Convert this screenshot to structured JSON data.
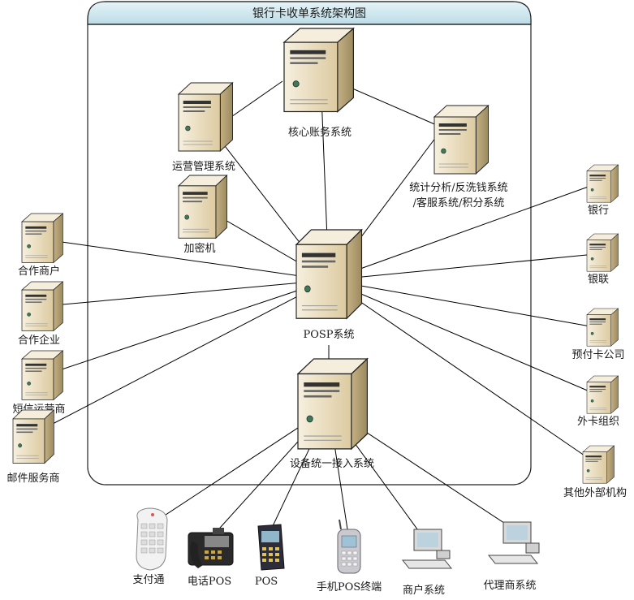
{
  "title": "银行卡收单系统架构图",
  "nodes": {
    "core": "核心账务系统",
    "ops": "运营管理系统",
    "stats_line1": "统计分析/反洗钱系统",
    "stats_line2": "/客服系统/积分系统",
    "encrypt": "加密机",
    "posp": "POSP系统",
    "access": "设备统一接入系统",
    "partner_merchant": "合作商户",
    "partner_company": "合作企业",
    "sms": "短信运营商",
    "mail": "邮件服务商",
    "bank": "银行",
    "unionpay": "银联",
    "prepaid": "预付卡公司",
    "foreign_card": "外卡组织",
    "other_external": "其他外部机构",
    "zhifutong": "支付通",
    "phone_pos": "电话POS",
    "pos": "POS",
    "mobile_pos": "手机POS终端",
    "merchant_system": "商户系统",
    "agent_system": "代理商系统"
  },
  "colors": {
    "server_front": "#e8dcc0",
    "server_side": "#b8a57e",
    "server_top": "#f4ecda",
    "header_fill": "#cfe6ef",
    "line": "#000000"
  }
}
